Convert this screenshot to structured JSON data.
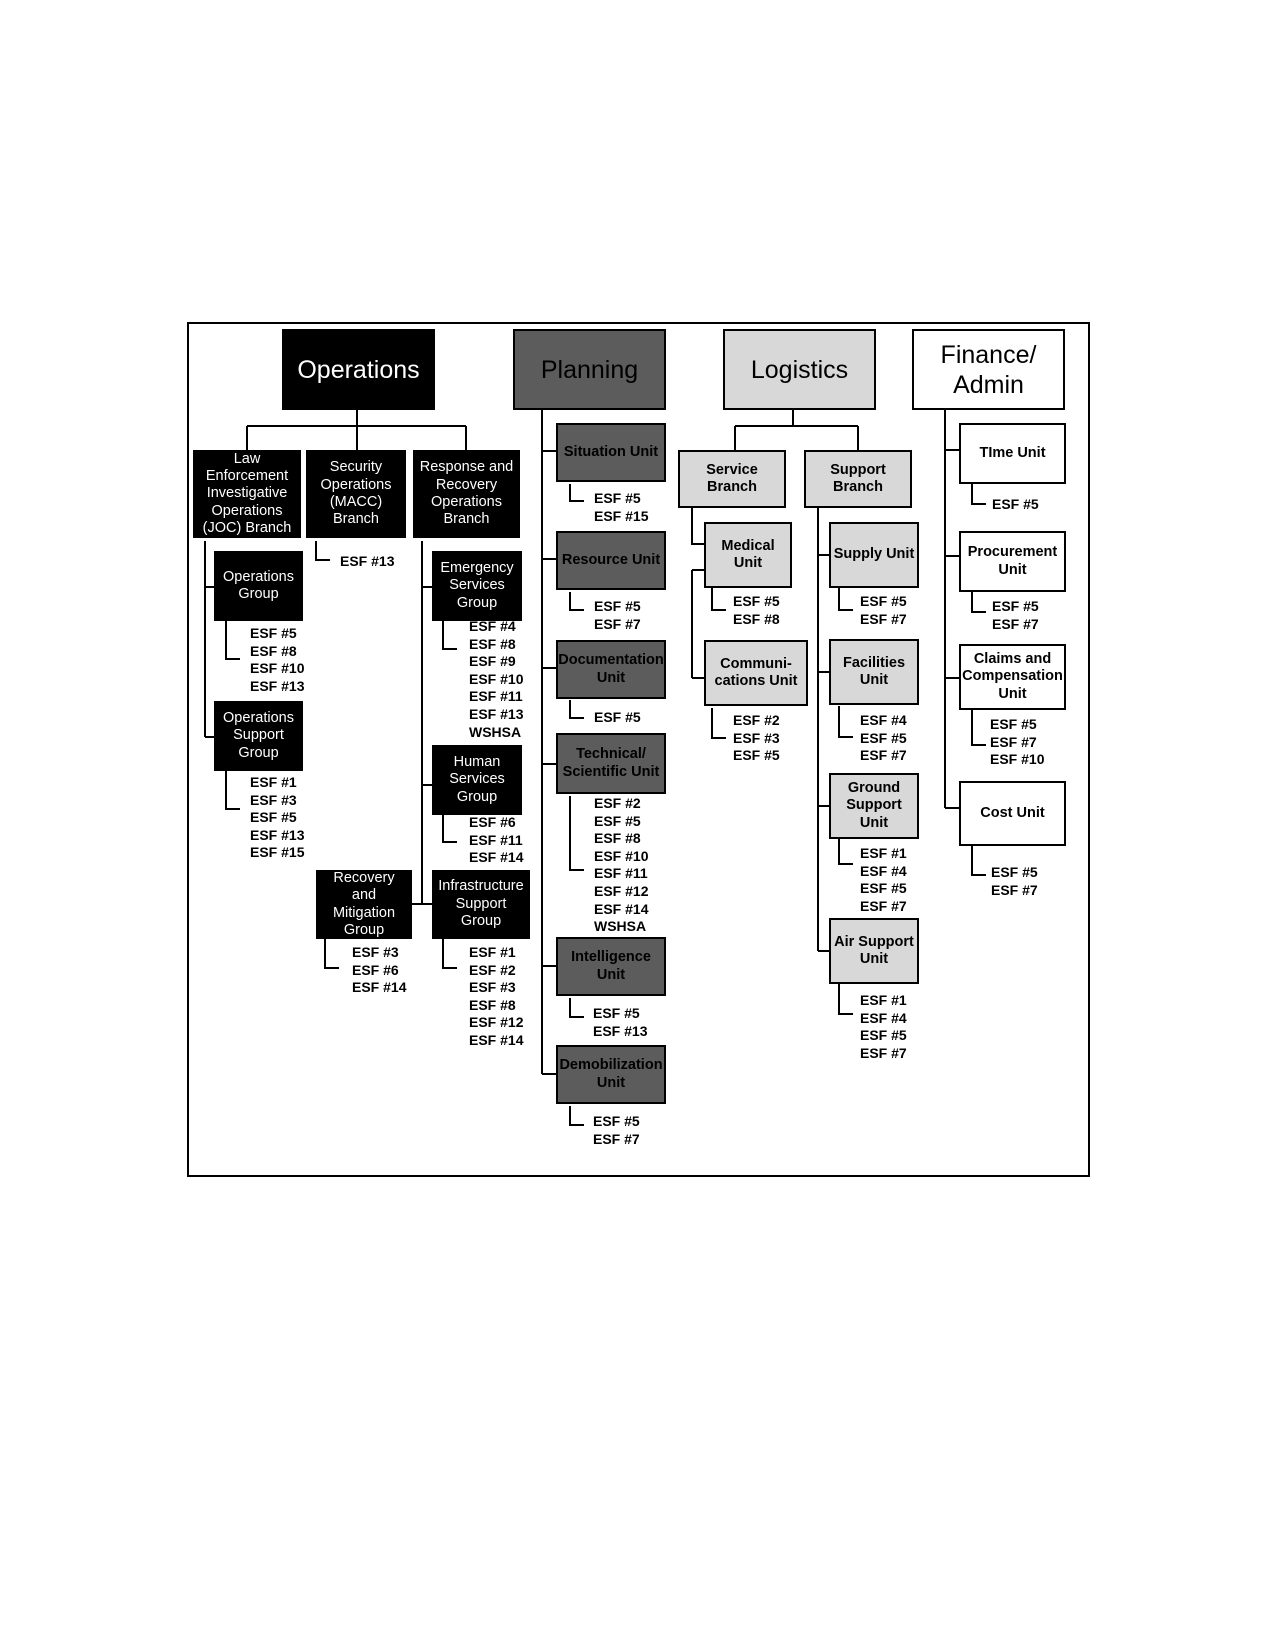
{
  "sections": {
    "operations": "Operations",
    "planning": "Planning",
    "logistics": "Logistics",
    "finance": "Finance/ Admin"
  },
  "operations": {
    "joc_branch": "Law Enforcement Investigative Operations (JOC) Branch",
    "security_branch": "Security Operations (MACC) Branch",
    "response_branch": "Response and Recovery Operations Branch",
    "security_esf": [
      "ESF #13"
    ],
    "operations_group": "Operations Group",
    "operations_group_esf": [
      "ESF #5",
      "ESF #8",
      "ESF #10",
      "ESF #13"
    ],
    "operations_support_group": "Operations Support Group",
    "operations_support_esf": [
      "ESF #1",
      "ESF #3",
      "ESF #5",
      "ESF #13",
      "ESF #15"
    ],
    "emergency_services_group": "Emergency Services Group",
    "emergency_services_esf": [
      "ESF #4",
      "ESF #8",
      "ESF #9",
      "ESF #10",
      "ESF #11",
      "ESF #13",
      "WSHSA"
    ],
    "human_services_group": "Human Services Group",
    "human_services_esf": [
      "ESF #6",
      "ESF #11",
      "ESF #14"
    ],
    "recovery_group": "Recovery and Mitigation Group",
    "recovery_esf": [
      "ESF #3",
      "ESF #6",
      "ESF #14"
    ],
    "infrastructure_group": "Infrastructure Support Group",
    "infrastructure_esf": [
      "ESF #1",
      "ESF #2",
      "ESF #3",
      "ESF #8",
      "ESF #12",
      "ESF #14"
    ]
  },
  "planning": {
    "situation": "Situation Unit",
    "situation_esf": [
      "ESF #5",
      "ESF #15"
    ],
    "resource": "Resource Unit",
    "resource_esf": [
      "ESF #5",
      "ESF #7"
    ],
    "documentation": "Documentation Unit",
    "documentation_esf": [
      "ESF #5"
    ],
    "technical": "Technical/ Scientific Unit",
    "technical_esf": [
      "ESF #2",
      "ESF #5",
      "ESF #8",
      "ESF #10",
      "ESF #11",
      "ESF #12",
      "ESF #14",
      "WSHSA"
    ],
    "intelligence": "Intelligence Unit",
    "intelligence_esf": [
      "ESF #5",
      "ESF #13"
    ],
    "demobilization": "Demobilization Unit",
    "demobilization_esf": [
      "ESF #5",
      "ESF #7"
    ]
  },
  "logistics": {
    "service_branch": "Service Branch",
    "support_branch": "Support Branch",
    "medical": "Medical Unit",
    "medical_esf": [
      "ESF #5",
      "ESF #8"
    ],
    "communications": "Communi- cations Unit",
    "communications_esf": [
      "ESF #2",
      "ESF #3",
      "ESF #5"
    ],
    "supply": "Supply Unit",
    "supply_esf": [
      "ESF #5",
      "ESF #7"
    ],
    "facilities": "Facilities Unit",
    "facilities_esf": [
      "ESF #4",
      "ESF #5",
      "ESF #7"
    ],
    "ground": "Ground Support Unit",
    "ground_esf": [
      "ESF #1",
      "ESF #4",
      "ESF #5",
      "ESF #7"
    ],
    "air": "Air Support Unit",
    "air_esf": [
      "ESF #1",
      "ESF #4",
      "ESF #5",
      "ESF #7"
    ]
  },
  "finance": {
    "time": "TIme Unit",
    "time_esf": [
      "ESF #5"
    ],
    "procurement": "Procurement Unit",
    "procurement_esf": [
      "ESF #5",
      "ESF #7"
    ],
    "claims": "Claims and Compensation Unit",
    "claims_esf": [
      "ESF #5",
      "ESF #7",
      "ESF #10"
    ],
    "cost": "Cost Unit",
    "cost_esf": [
      "ESF #5",
      "ESF #7"
    ]
  },
  "colors": {
    "operations": "#000000",
    "planning": "#5c5c5c",
    "logistics": "#d8d8d8",
    "finance": "#ffffff"
  }
}
